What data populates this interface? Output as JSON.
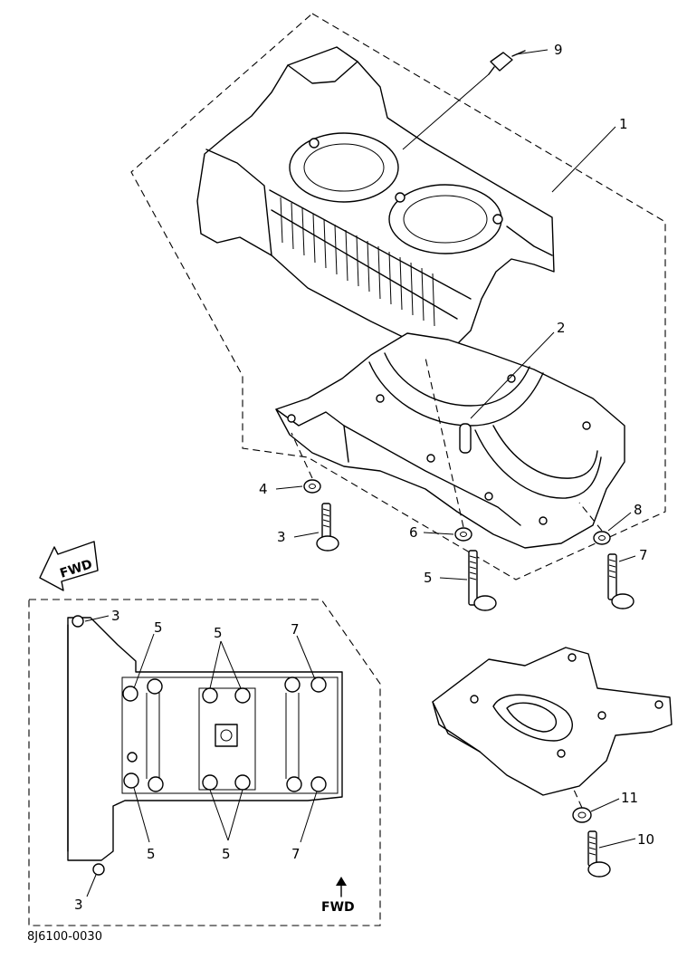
{
  "callouts": {
    "c1": "1",
    "c2": "2",
    "c3a": "3",
    "c4": "4",
    "c5a": "5",
    "c6": "6",
    "c7a": "7",
    "c8": "8",
    "c9": "9",
    "c10": "10",
    "c11": "11",
    "inset_3_top": "3",
    "inset_3_bottom": "3",
    "inset_5_left_top": "5",
    "inset_5_mid_top": "5",
    "inset_7_top": "7",
    "inset_5_left_bottom": "5",
    "inset_5_mid_bottom": "5",
    "inset_7_bottom": "7"
  },
  "fwd_arrow_label": "FWD",
  "inset_fwd_label": "FWD",
  "drawing_code": "8J6100-0030"
}
